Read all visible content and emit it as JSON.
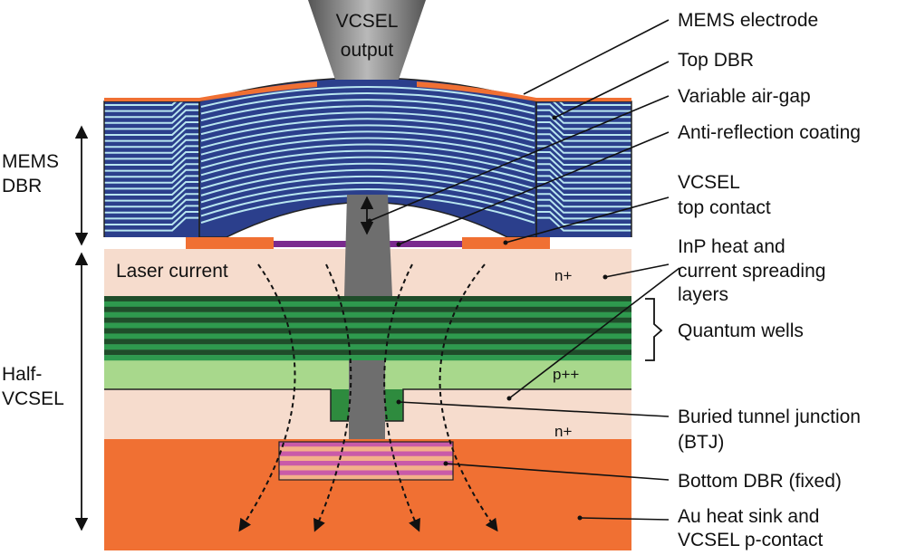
{
  "beam_label": {
    "line1": "VCSEL",
    "line2": "output"
  },
  "labels": {
    "mems_electrode": "MEMS electrode",
    "top_dbr": "Top DBR",
    "air_gap": "Variable air-gap",
    "ar_coating": "Anti-reflection coating",
    "vcsel_top_contact_1": "VCSEL",
    "vcsel_top_contact_2": "top contact",
    "inp_1": "InP heat and",
    "inp_2": "current spreading",
    "inp_3": "layers",
    "quantum_wells": "Quantum wells",
    "btj_1": "Buried tunnel junction",
    "btj_2": "(BTJ)",
    "bottom_dbr": "Bottom DBR (fixed)",
    "heat_sink_1": "Au heat sink and",
    "heat_sink_2": "VCSEL p-contact"
  },
  "side_labels": {
    "mems_1": "MEMS",
    "mems_2": "DBR",
    "half_1": "Half-",
    "half_2": "VCSEL"
  },
  "inner_labels": {
    "laser_current": "Laser current",
    "n_plus_top": "n+",
    "p_plus_plus": "p++",
    "n_plus_bottom": "n+"
  },
  "colors": {
    "dbr_dark": "#2b3f8c",
    "dbr_light": "#b8e6f0",
    "electrode": "#f07033",
    "inp": "#f6dccd",
    "qw_dark": "#1f4d2a",
    "qw_light": "#2e9a4e",
    "p_layer": "#a8d88c",
    "btj": "#2e8b3e",
    "heat_sink": "#f07033",
    "bottom_dbr_a": "#c95aa8",
    "bottom_dbr_b": "#f3b08a",
    "beam": "#6e6e6e",
    "ar_coating": "#7a2a8e"
  }
}
